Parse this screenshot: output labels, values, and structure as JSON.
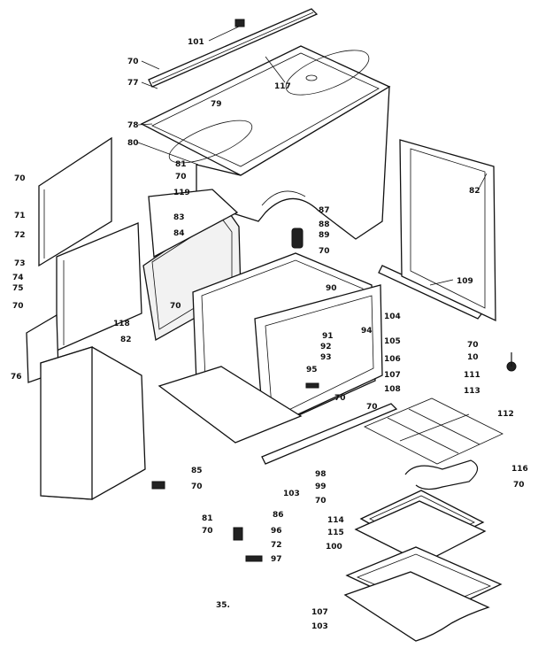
{
  "diagram": {
    "footer_label": "35.",
    "callouts": {
      "c101": "101",
      "c70a": "70",
      "c77": "77",
      "c117": "117",
      "c79": "79",
      "c78": "78",
      "c80": "80",
      "c81a": "81",
      "c70b": "70",
      "c119": "119",
      "c83": "83",
      "c84": "84",
      "c70c": "70",
      "c71": "71",
      "c72a": "72",
      "c73": "73",
      "c74": "74",
      "c75": "75",
      "c70d": "70",
      "c76": "76",
      "c118": "118",
      "c82a": "82",
      "c70e": "70",
      "c87": "87",
      "c88": "88",
      "c89": "89",
      "c70f": "70",
      "c90": "90",
      "c82b": "82",
      "c109": "109",
      "c104": "104",
      "c105": "105",
      "c106": "106",
      "c94": "94",
      "c91": "91",
      "c92": "92",
      "c93": "93",
      "c95": "95",
      "c70g": "70",
      "c107a": "107",
      "c108": "108",
      "c70h": "70",
      "c10": "10",
      "c111": "111",
      "c112": "112",
      "c113": "113",
      "c70i": "70",
      "c98": "98",
      "c99": "99",
      "c70j": "70",
      "c103a": "103",
      "c116": "116",
      "c70k": "70",
      "c85": "85",
      "c70l": "70",
      "c86": "86",
      "c81b": "81",
      "c70m": "70",
      "c96": "96",
      "c72b": "72",
      "c97": "97",
      "c114": "114",
      "c115": "115",
      "c100": "100",
      "c107b": "107",
      "c103b": "103"
    }
  }
}
